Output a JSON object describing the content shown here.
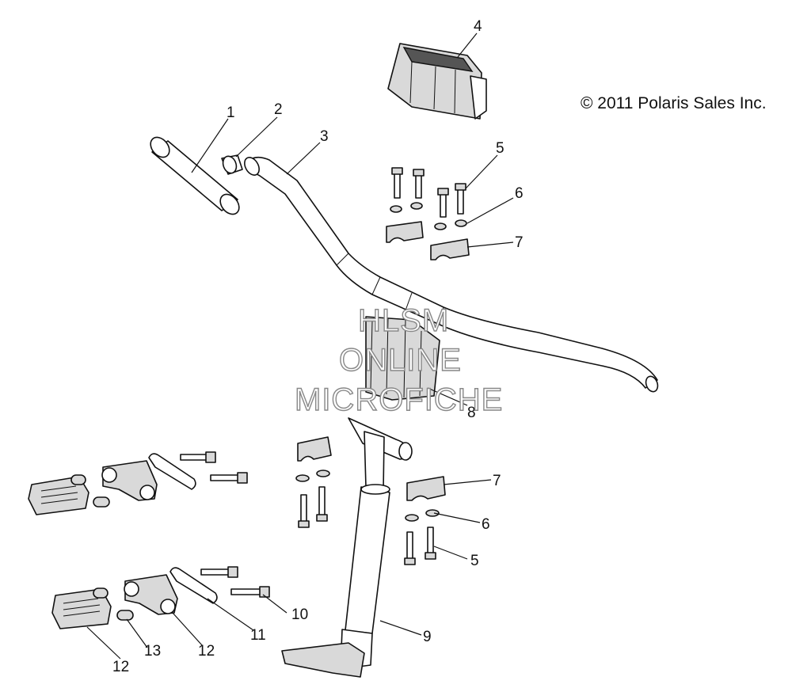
{
  "copyright": "© 2011 Polaris Sales Inc.",
  "watermark": {
    "line1": "HLSM",
    "line2": "ONLINE",
    "line3": "MICROFICHE"
  },
  "callouts": {
    "c1": "1",
    "c2": "2",
    "c3": "3",
    "c4": "4",
    "c5a": "5",
    "c6a": "6",
    "c7a": "7",
    "c8": "8",
    "c7b": "7",
    "c6b": "6",
    "c5b": "5",
    "c9": "9",
    "c10": "10",
    "c11": "11",
    "c12a": "12",
    "c12b": "12",
    "c13": "13"
  }
}
